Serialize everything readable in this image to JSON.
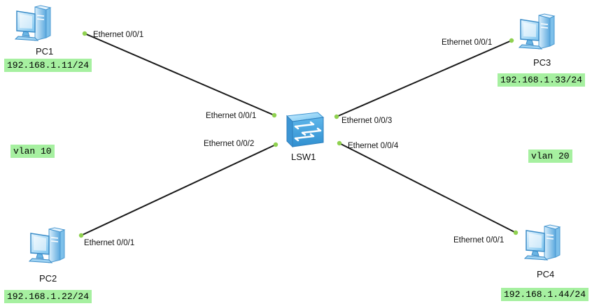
{
  "switch": {
    "label": "LSW1"
  },
  "pcs": [
    {
      "label": "PC1",
      "ip": "192.168.1.11/24",
      "port": "Ethernet 0/0/1",
      "switch_port": "Ethernet 0/0/1"
    },
    {
      "label": "PC2",
      "ip": "192.168.1.22/24",
      "port": "Ethernet 0/0/1",
      "switch_port": "Ethernet 0/0/2"
    },
    {
      "label": "PC3",
      "ip": "192.168.1.33/24",
      "port": "Ethernet 0/0/1",
      "switch_port": "Ethernet 0/0/3"
    },
    {
      "label": "PC4",
      "ip": "192.168.1.44/24",
      "port": "Ethernet 0/0/1",
      "switch_port": "Ethernet 0/0/4"
    }
  ],
  "vlans": [
    {
      "label": "vlan 10"
    },
    {
      "label": "vlan 20"
    }
  ],
  "colors": {
    "port_dot": "#8fd14f",
    "tag_background": "#a6f0a0",
    "link": "#1a1a1a",
    "device_blue": "#5ab0e8"
  },
  "icons": {
    "pc": "desktop-pc-icon",
    "switch": "network-switch-icon"
  }
}
